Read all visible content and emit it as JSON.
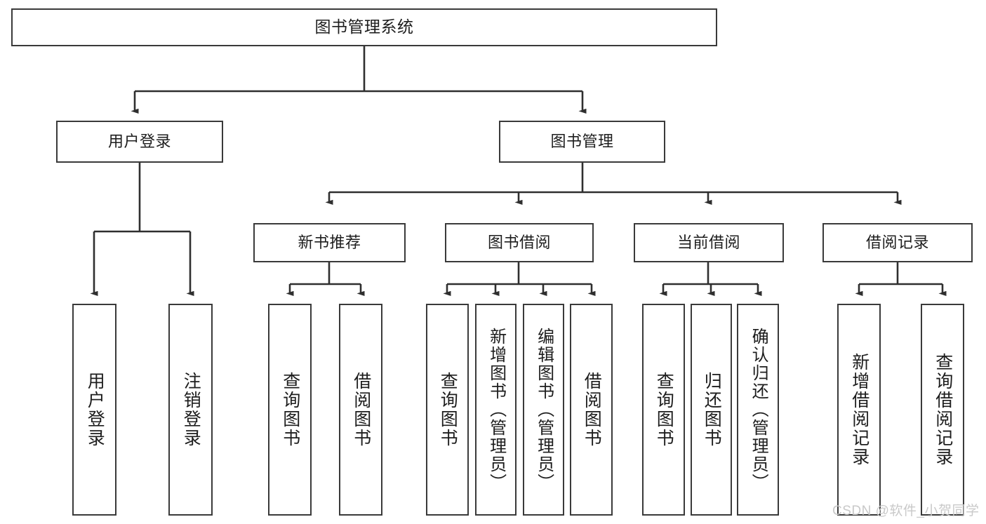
{
  "diagram": {
    "type": "tree-hierarchy",
    "title": "图书管理系统",
    "watermark": "CSDN @软件_小贺同学",
    "colors": {
      "box_border": "#3a3a3a",
      "connector": "#2f2f2f",
      "text": "#1d1d1d",
      "background": "#ffffff",
      "watermark": "#c9c9c9"
    },
    "root": {
      "label": "图书管理系统"
    },
    "level2": [
      {
        "label": "用户登录"
      },
      {
        "label": "图书管理"
      }
    ],
    "level3": [
      {
        "label": "新书推荐"
      },
      {
        "label": "图书借阅"
      },
      {
        "label": "当前借阅"
      },
      {
        "label": "借阅记录"
      }
    ],
    "leaves": {
      "user_login": [
        {
          "label": "用户登录"
        },
        {
          "label": "注销登录"
        }
      ],
      "new_book_recommend": [
        {
          "label": "查询图书"
        },
        {
          "label": "借阅图书"
        }
      ],
      "book_borrow": [
        {
          "label": "查询图书"
        },
        {
          "label": "新增图书（管理员）"
        },
        {
          "label": "编辑图书（管理员）"
        },
        {
          "label": "借阅图书"
        }
      ],
      "current_borrow": [
        {
          "label": "查询图书"
        },
        {
          "label": "归还图书"
        },
        {
          "label": "确认归还（管理员）"
        }
      ],
      "borrow_record": [
        {
          "label": "新增借阅记录"
        },
        {
          "label": "查询借阅记录"
        }
      ]
    }
  }
}
